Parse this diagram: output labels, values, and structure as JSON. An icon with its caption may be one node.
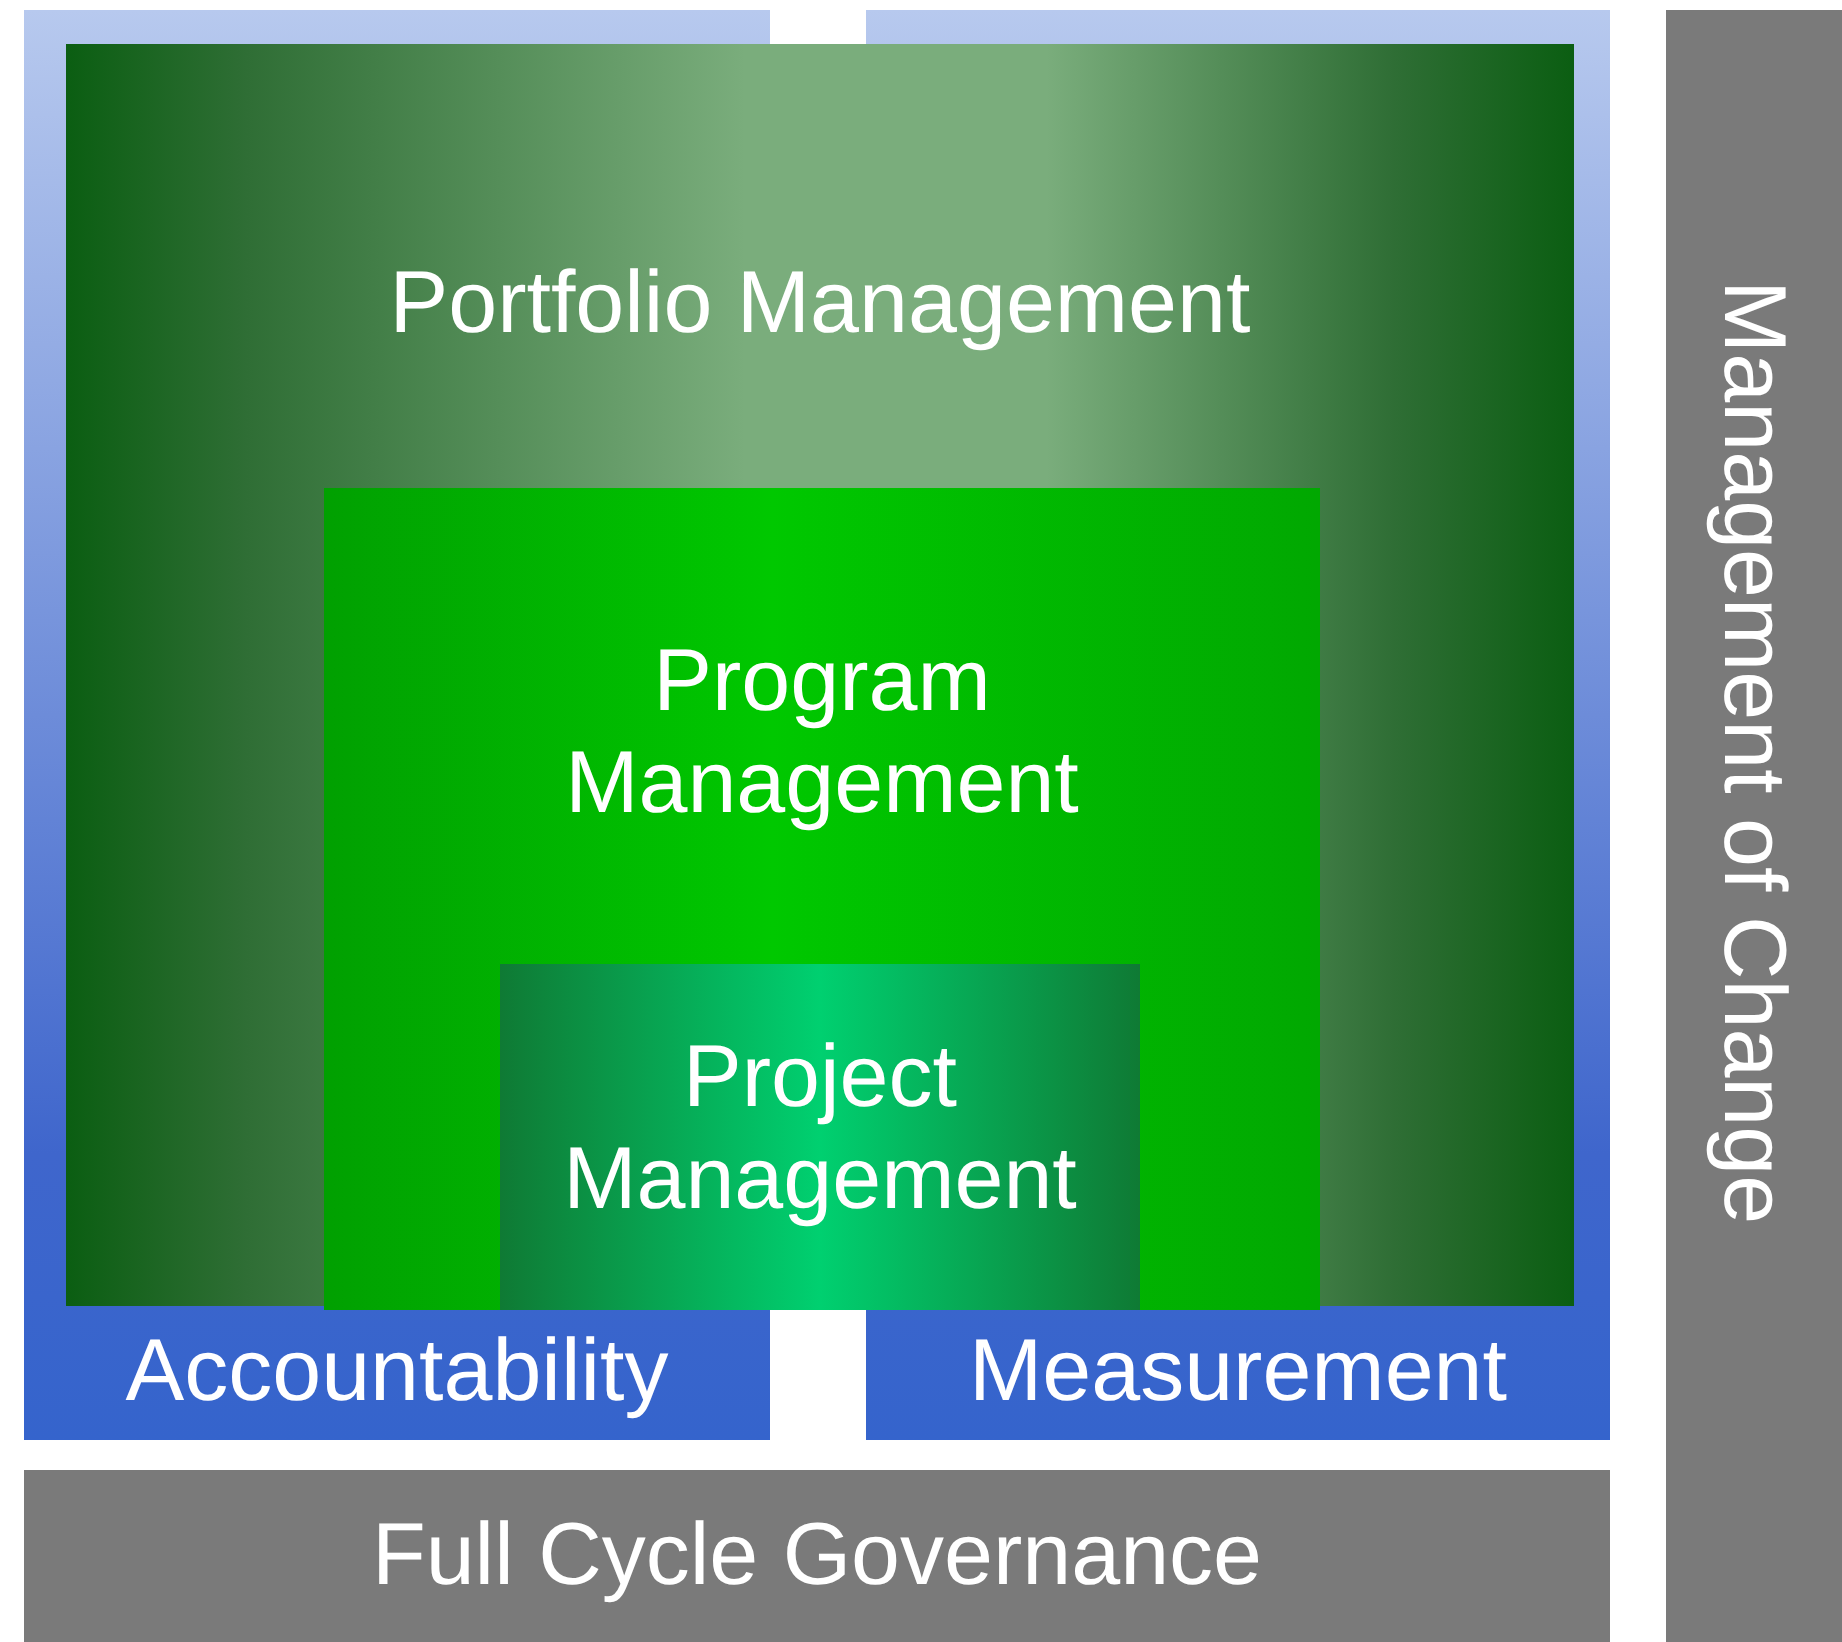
{
  "diagram": {
    "nodes": [
      {
        "text": [
          "Portfolio Management"
        ]
      },
      {
        "text": [
          "Program Management"
        ],
        "in": 0
      },
      {
        "text": [
          "Project Management"
        ],
        "in": 1
      },
      {
        "text": [
          "Accountability"
        ]
      },
      {
        "text": [
          "Measurement"
        ]
      },
      {
        "text": [
          "Full Cycle Governance"
        ]
      },
      {
        "text": [
          "Management of Change"
        ]
      }
    ]
  }
}
